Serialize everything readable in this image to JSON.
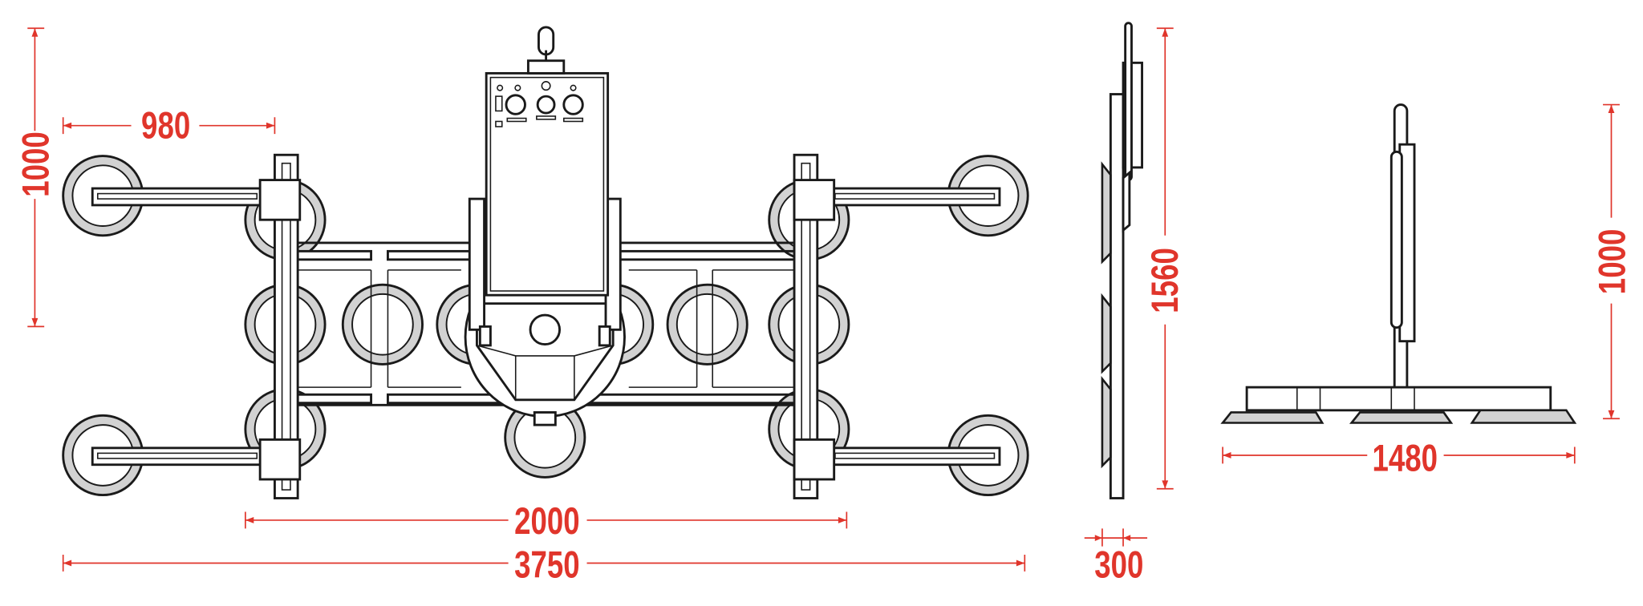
{
  "dimensions": {
    "top_view_height": "1000",
    "arm_length": "980",
    "frame_width": "2000",
    "overall_width": "3750",
    "side_view_height": "1560",
    "side_view_depth": "300",
    "front_view_width": "1480",
    "front_view_height": "1000"
  },
  "colors": {
    "dimension": "#e0352b",
    "pad": "#d2d2d2",
    "outline": "#1a1a1a"
  }
}
